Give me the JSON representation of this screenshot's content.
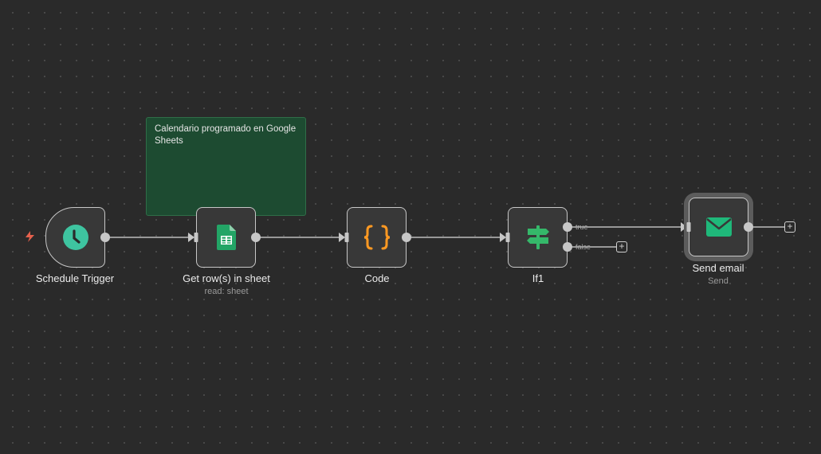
{
  "sticky_note": {
    "text": "Calendario programado en Google Sheets"
  },
  "nodes": [
    {
      "title": "Schedule Trigger",
      "subtitle": "",
      "icon": "clock-icon",
      "color": "#3ec4a0"
    },
    {
      "title": "Get row(s) in sheet",
      "subtitle": "read: sheet",
      "icon": "google-sheets-icon",
      "color": "#23a566"
    },
    {
      "title": "Code",
      "subtitle": "",
      "icon": "code-braces-icon",
      "color": "#ff9922"
    },
    {
      "title": "If1",
      "subtitle": "",
      "icon": "signpost-icon",
      "color": "#35b86a"
    },
    {
      "title": "Send email",
      "subtitle": "Send",
      "icon": "envelope-icon",
      "color": "#1fb87a"
    }
  ],
  "branches": {
    "true_label": "true",
    "false_label": "false"
  },
  "add_symbol": "+",
  "colors": {
    "canvas": "#2a2a2a",
    "node_bg": "#383838",
    "node_border": "#c7c7c7",
    "sticky_bg": "#1d4b31",
    "trigger_bolt": "#e5614d"
  }
}
